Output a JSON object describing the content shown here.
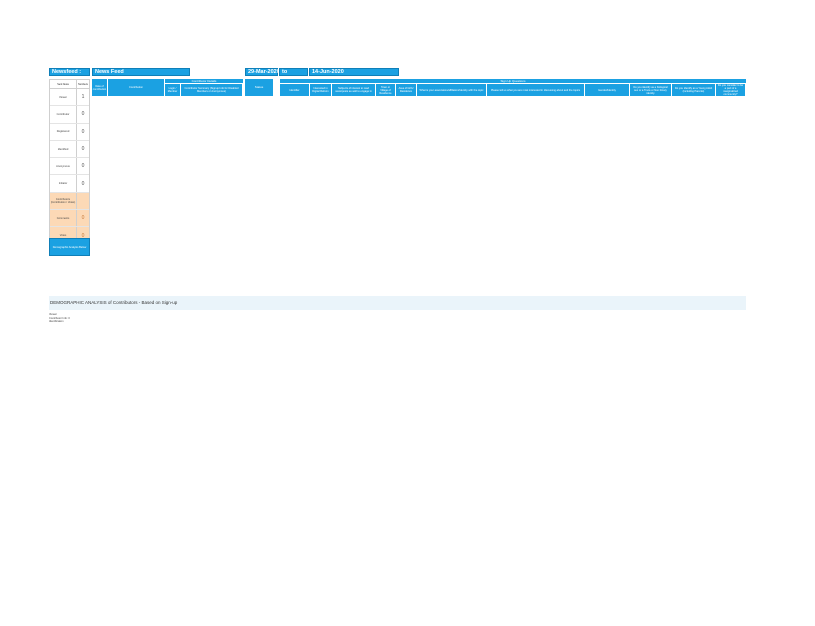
{
  "top_bar": {
    "title_label": "Newsfeed :",
    "feed_name": "News Feed",
    "start_date": "29-Mar-2020",
    "to_label": "to",
    "end_date": "14-Jun-2020"
  },
  "summary": {
    "headers": [
      "Sent News",
      "Numbers"
    ],
    "rows": [
      {
        "label": "Viewer",
        "value": "1",
        "highlight": false
      },
      {
        "label": "Contributor",
        "value": "0",
        "highlight": false
      },
      {
        "label": "Registered",
        "value": "0",
        "highlight": false
      },
      {
        "label": "Identified",
        "value": "0",
        "highlight": false
      },
      {
        "label": "Anonymous",
        "value": "0",
        "highlight": false
      },
      {
        "label": "Initiator",
        "value": "0",
        "highlight": false
      },
      {
        "label": "Contributors (Contribution / Votes)",
        "value": "",
        "highlight": true
      },
      {
        "label": "Comments",
        "value": "0",
        "highlight": true
      },
      {
        "label": "Votes",
        "value": "0",
        "highlight": true
      }
    ]
  },
  "side_button": {
    "label": "Demographic Analysis Below"
  },
  "table_left": {
    "group_label": "Contributor Details",
    "cols": [
      "Date of contribution",
      "Contribution",
      "Login / Member",
      "Contributor Summary (Signup Info for Disabled Members or Anonymous)"
    ]
  },
  "table_status": {
    "label": "Status"
  },
  "table_right": {
    "group_label": "Sign Up Questions",
    "cols": [
      "Identifier",
      "Interested in Digital Reform",
      "Subjects of interest to read news/posts as well to engage in",
      "Town or Village of Residence",
      "Area of birth/ Residence",
      "What is your association/affiliation/Identity with the topic",
      "Please tell us what you are most interested in discussing about and the topics",
      "Gender/Identity",
      "Do you identify as a biological sex or a Trans or Non binary identity",
      "Do you identify as a Young Adult (including Parents)",
      "Do you consider to be a part of a marginalized community?"
    ]
  },
  "demographic": {
    "title": "DEMOGRAPHIC ANALYSIS of Contributors - Based on Sign-up",
    "notes": [
      "Viewer",
      "Contributor Info: 0",
      "Identification"
    ]
  },
  "colors": {
    "accent": "#1ba1e2",
    "highlight": "#fcd9b6",
    "banner": "#eaf4fa"
  }
}
